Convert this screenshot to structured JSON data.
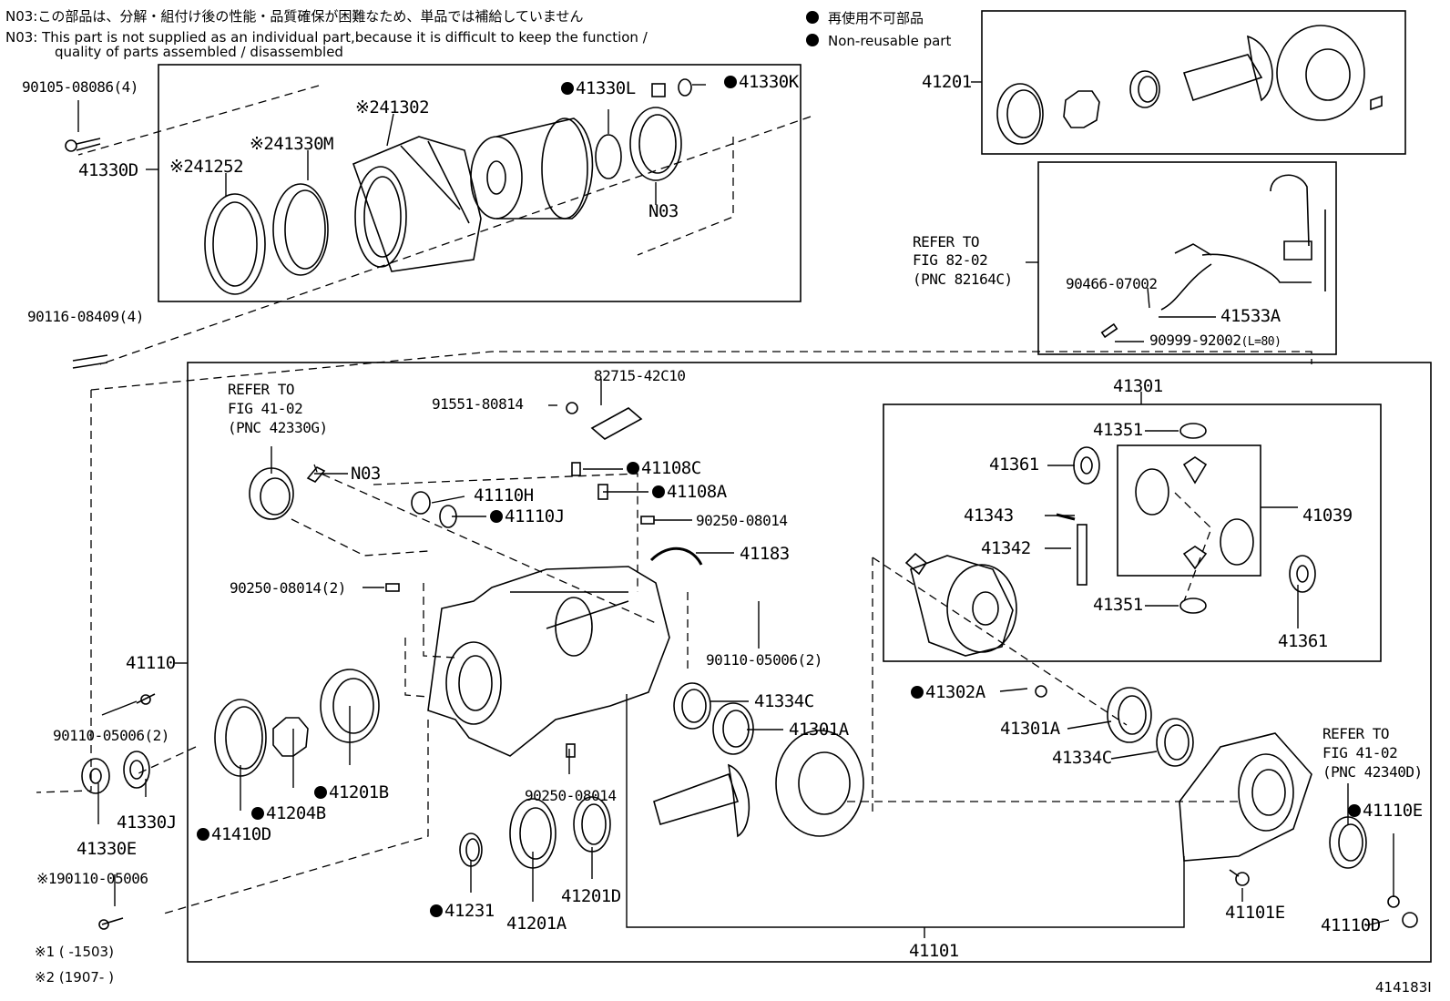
{
  "notes": {
    "n03_jp": "N03:この部品は、分解・組付け後の性能・品質確保が困難なため、単品では補給していません",
    "n03_en1": "N03: This part is not supplied as an individual part,because it is difficult to keep the function /",
    "n03_en2": "quality of parts assembled / disassembled",
    "legend_jp": "再使用不可部品",
    "legend_en": "Non-reusable part",
    "footnote1": "※1 (      -1503)",
    "footnote2": "※2 (1907-      )",
    "figure_id": "414183I"
  },
  "labels": {
    "p90105": "90105-08086(4)",
    "p41330D": "41330D",
    "p41252": "※241252",
    "p41330M": "※241330M",
    "p41302": "※241302",
    "p41330L": "41330L",
    "p41330K": "41330K",
    "pN03a": "N03",
    "p90116": "90116-08409(4)",
    "p41201": "41201",
    "refer82_1": "REFER TO",
    "refer82_2": "FIG 82-02",
    "refer82_3": "(PNC 82164C)",
    "p90466": "90466-07002",
    "p41533A": "41533A",
    "p90999": "90999-92002",
    "p90999s": "(L=80)",
    "refer41a_1": "REFER TO",
    "refer41a_2": "FIG 41-02",
    "refer41a_3": "(PNC 42330G)",
    "p82715": "82715-42C10",
    "p91551": "91551-80814",
    "pN03b": "N03",
    "p41108C": "41108C",
    "p41108A": "41108A",
    "p41110H": "41110H",
    "p41110J": "41110J",
    "p90250a": "90250-08014",
    "p41183": "41183",
    "p90250b": "90250-08014(2)",
    "p90110a": "90110-05006(2)",
    "p41110": "41110",
    "p90110b": "90110-05006(2)",
    "p41334Ca": "41334C",
    "p41301Aa": "41301A",
    "p41201B": "41201B",
    "p41204B": "41204B",
    "p41410D": "41410D",
    "p41330J": "41330J",
    "p41330E": "41330E",
    "p90110c": "※190110-05006",
    "p90250c": "90250-08014",
    "p41231": "41231",
    "p41201A": "41201A",
    "p41201D": "41201D",
    "p41301": "41301",
    "p41351a": "41351",
    "p41361a": "41361",
    "p41343": "41343",
    "p41342": "41342",
    "p41039": "41039",
    "p41351b": "41351",
    "p41361b": "41361",
    "p41302A": "41302A",
    "p41301Ab": "41301A",
    "p41334Cb": "41334C",
    "refer41b_1": "REFER TO",
    "refer41b_2": "FIG 41-02",
    "refer41b_3": "(PNC 42340D)",
    "p41110E": "41110E",
    "p41101E": "41101E",
    "p41110D": "41110D",
    "p41101": "41101"
  }
}
